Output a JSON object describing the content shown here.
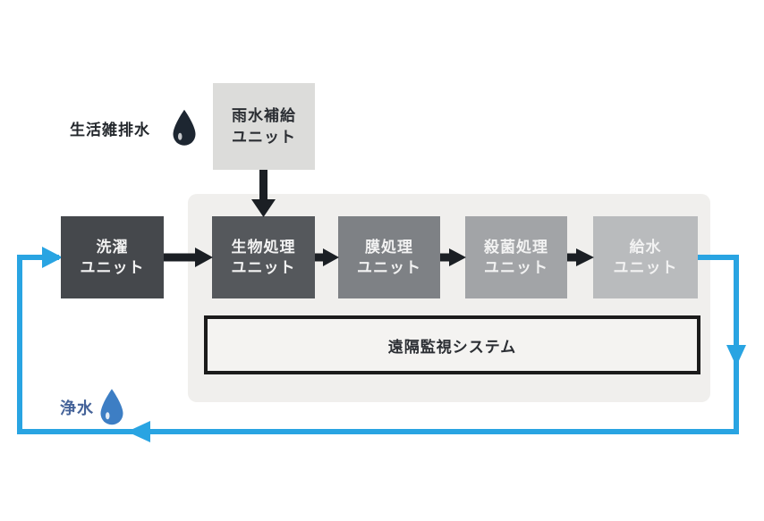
{
  "diagram": {
    "title_hint": "water recycling system flow diagram",
    "inputs": {
      "wastewater_label": "生活雑排水",
      "purified_water_label": "浄水"
    },
    "rain_box": {
      "label": "雨水補給\nユニット",
      "bg": "#dcdcda"
    },
    "flow": {
      "boxes": [
        {
          "id": "laundry",
          "label": "洗濯\nユニット",
          "bg": "#45484c"
        },
        {
          "id": "bio-treatment",
          "label": "生物処理\nユニット",
          "bg": "#55585c"
        },
        {
          "id": "membrane",
          "label": "膜処理\nユニット",
          "bg": "#7e8185"
        },
        {
          "id": "sterilization",
          "label": "殺菌処理\nユニット",
          "bg": "#a2a4a7"
        },
        {
          "id": "water-supply",
          "label": "給水\nユニット",
          "bg": "#b9bbbd"
        }
      ]
    },
    "monitor": {
      "label": "遠隔監視システム",
      "border_color": "#1b1b1b",
      "bg": "#f4f3f1"
    },
    "icons": {
      "wastewater": "water-drop-icon-dark",
      "purified": "water-drop-icon-blue"
    },
    "colors": {
      "loop_blue": "#29a4e2",
      "black_arrow": "#1b1f24",
      "panel_bg": "#f0efed",
      "wastewater_drop": "#1d2631",
      "purified_drop": "#3d7ec4",
      "purified_text": "#456399"
    }
  }
}
